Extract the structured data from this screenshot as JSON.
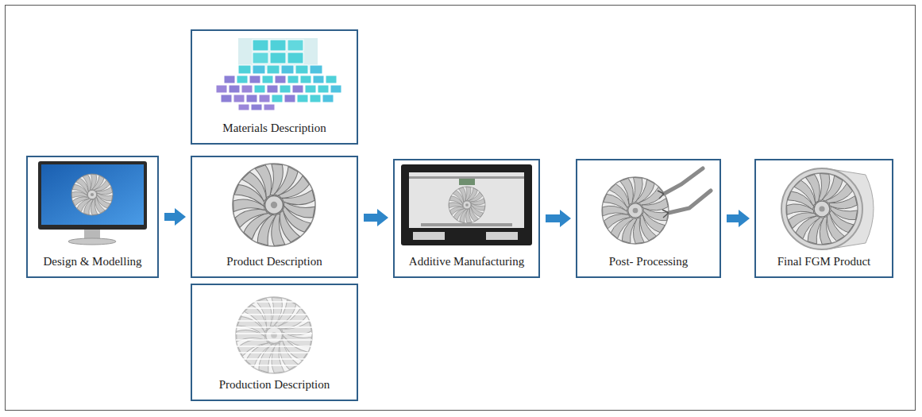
{
  "diagram": {
    "nodes": [
      {
        "text": [
          "Design & Modelling"
        ]
      },
      {
        "text": [
          "Materials Description"
        ]
      },
      {
        "text": [
          "Product Description"
        ]
      },
      {
        "text": [
          "Production Description"
        ]
      },
      {
        "text": [
          "Additive Manufacturing"
        ]
      },
      {
        "text": [
          "Post- Processing"
        ]
      },
      {
        "text": [
          "Final FGM Product"
        ]
      }
    ],
    "edges": [
      {
        "from": 0,
        "to": 2,
        "arrow": "to"
      },
      {
        "from": 2,
        "to": 4,
        "arrow": "to"
      },
      {
        "from": 4,
        "to": 5,
        "arrow": "to"
      },
      {
        "from": 5,
        "to": 6,
        "arrow": "to"
      }
    ]
  }
}
